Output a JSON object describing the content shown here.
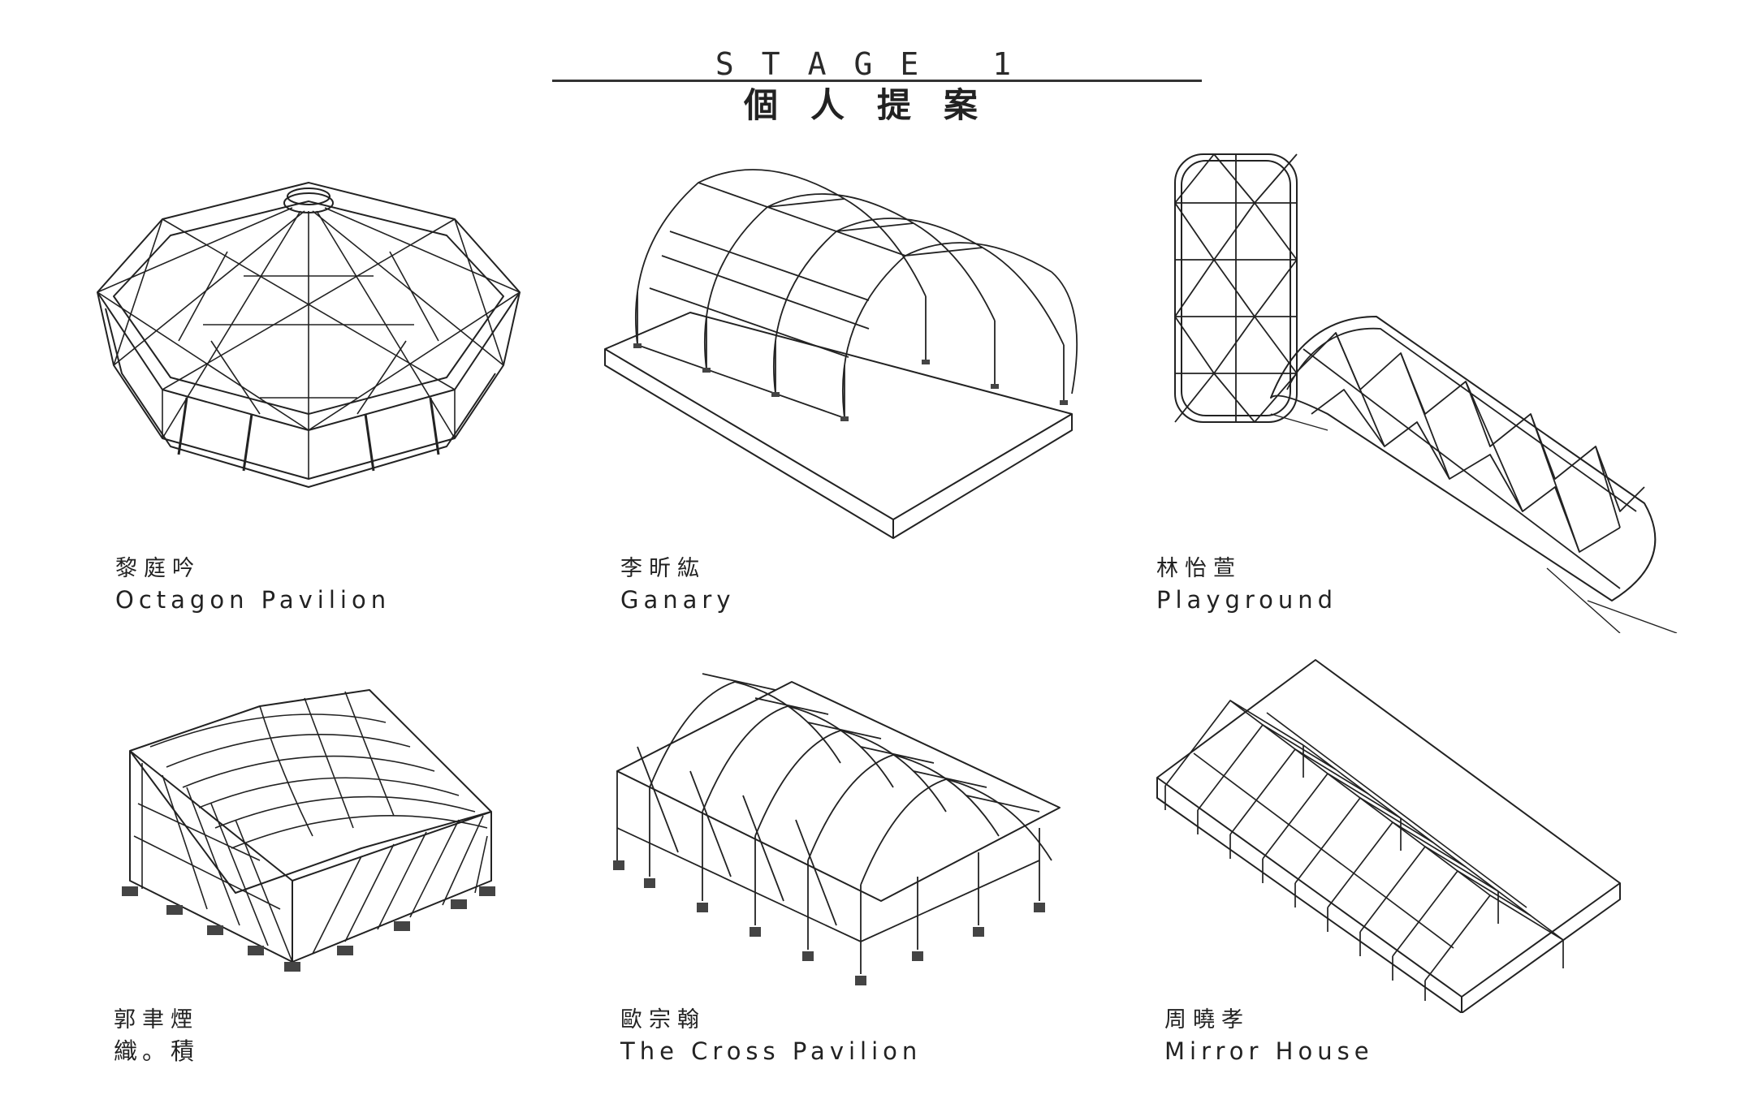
{
  "header": {
    "stage_title": "STAGE 1",
    "stage_subtitle": "個人提案"
  },
  "proposals": [
    {
      "author": "黎庭吟",
      "project": "Octagon Pavilion"
    },
    {
      "author": "李昕紘",
      "project": "Ganary"
    },
    {
      "author": "林怡萱",
      "project": "Playground"
    },
    {
      "author": "郭聿煙",
      "project": "織。積"
    },
    {
      "author": "歐宗翰",
      "project": "The Cross Pavilion"
    },
    {
      "author": "周曉孝",
      "project": "Mirror House"
    }
  ]
}
